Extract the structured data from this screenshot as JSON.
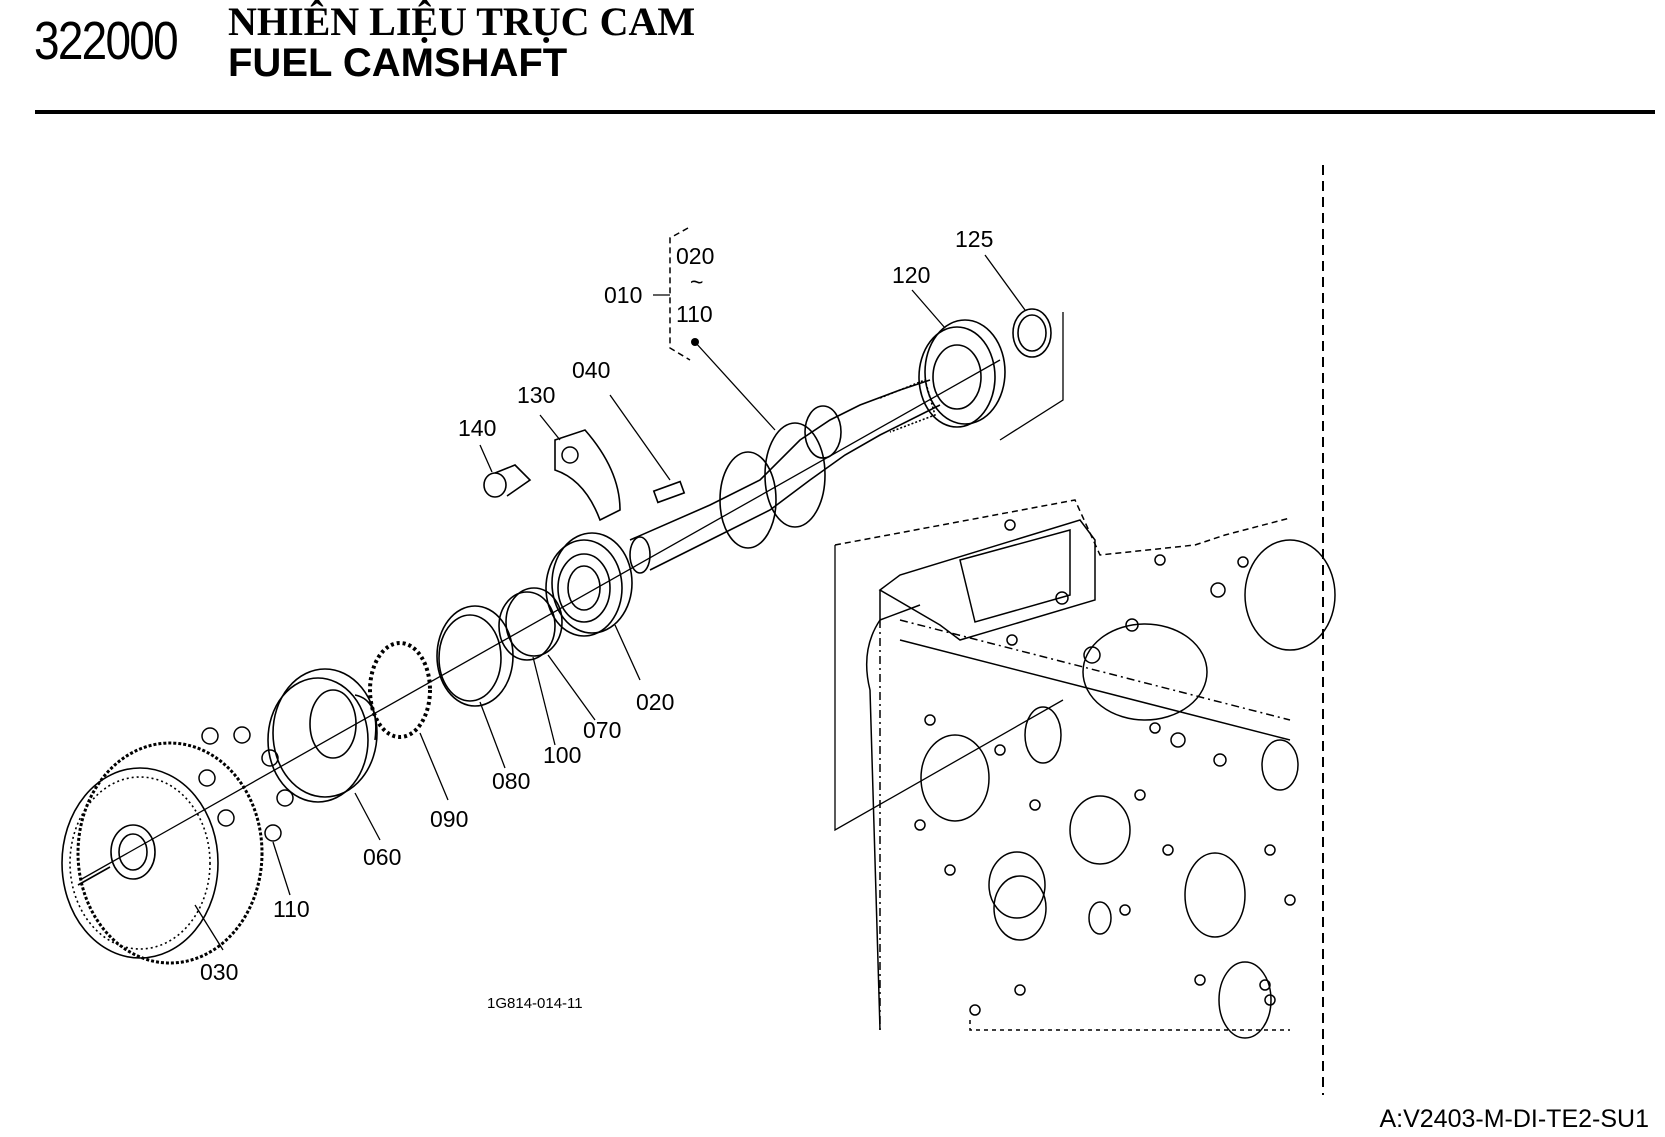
{
  "header": {
    "section_code": "322000",
    "title_vietnamese": "NHIÊN LIỆU TRỤC CAM",
    "title_english": "FUEL CAMSHAFT"
  },
  "callouts": {
    "p010": "010",
    "p020_top": "020",
    "tilde": "~",
    "p110_top": "110",
    "p020": "020",
    "p030": "030",
    "p040": "040",
    "p060": "060",
    "p070": "070",
    "p080": "080",
    "p090": "090",
    "p100": "100",
    "p110": "110",
    "p120": "120",
    "p125": "125",
    "p130": "130",
    "p140": "140"
  },
  "drawing_number": "1G814-014-11",
  "footer": {
    "model_code": "A:V2403-M-DI-TE2-SU1"
  }
}
